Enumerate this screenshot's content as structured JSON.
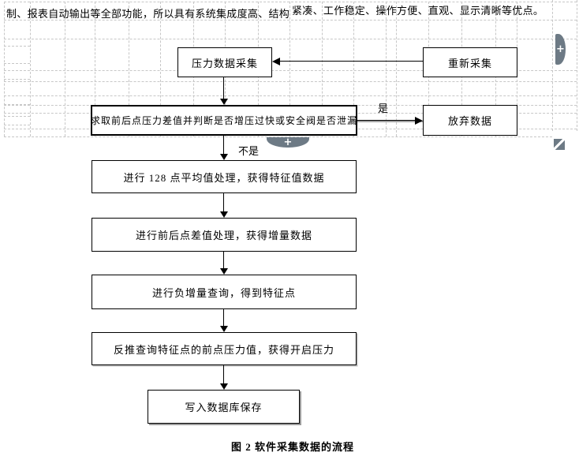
{
  "document": {
    "paragraph_left": "制、报表自动输出等全部功能，所以具有系统集成度高、结构",
    "paragraph_right": "紧凑、工作稳定、操作方便、直观、显示清晰等优点。",
    "figure_caption": "图 2 软件采集数据的流程"
  },
  "flowchart": {
    "nodes": [
      {
        "id": "collect",
        "label": "压力数据采集"
      },
      {
        "id": "recollect",
        "label": "重新采集"
      },
      {
        "id": "judge",
        "label": "求取前后点压力差值并判断是否增压过快或安全阀是否泄漏"
      },
      {
        "id": "discard",
        "label": "放弃数据"
      },
      {
        "id": "average",
        "label": "进行 128 点平均值处理，获得特征值数据"
      },
      {
        "id": "difference",
        "label": "进行前后点差值处理，获得增量数据"
      },
      {
        "id": "query",
        "label": "进行负增量查询，得到特征点"
      },
      {
        "id": "backtrace",
        "label": "反推查询特征点的前点压力值，获得开启压力"
      },
      {
        "id": "save",
        "label": "写入数据库保存"
      }
    ],
    "edge_labels": {
      "yes": "是",
      "no": "不是"
    }
  },
  "table_ui": {
    "plus_glyph": "+",
    "handle_color": "#6d7a85",
    "gridline_color": "#c7c7c7",
    "box_border_color": "#000000"
  }
}
